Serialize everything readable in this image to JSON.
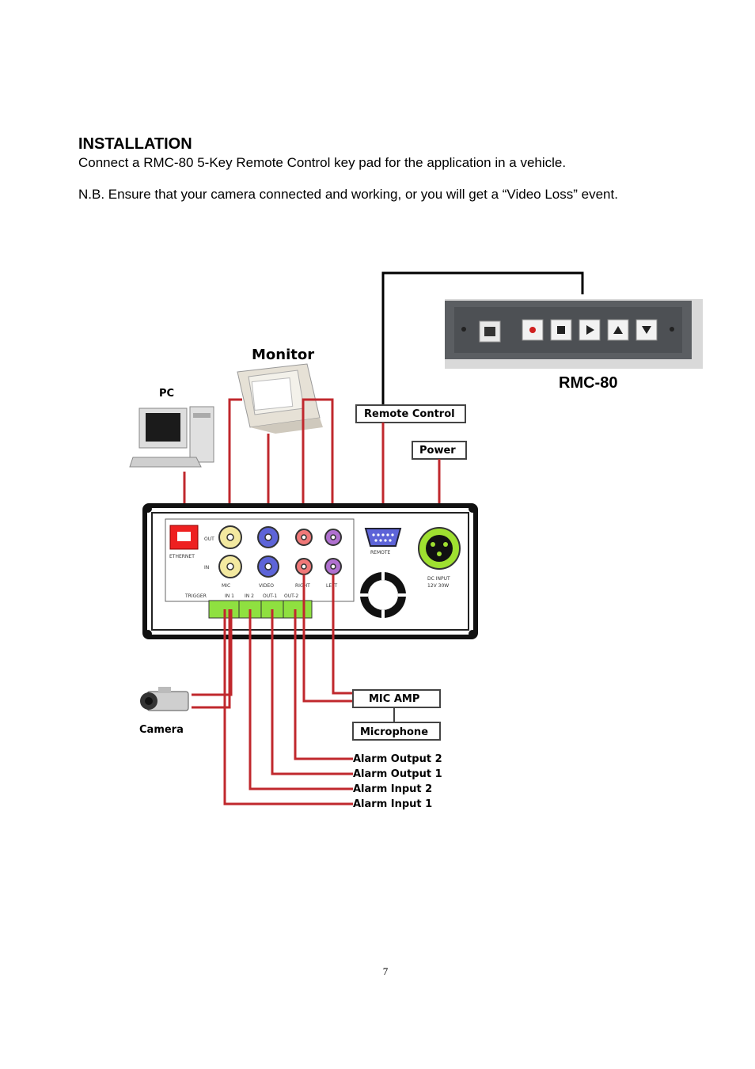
{
  "document": {
    "heading": "INSTALLATION",
    "paragraph_1": "Connect a RMC-80 5-Key Remote Control key pad for the application in a vehicle.",
    "paragraph_2": "N.B. Ensure that your camera connected and working, or you will get a “Video Loss” event.",
    "page_number": "7"
  },
  "diagram": {
    "keypad_label": "RMC-80",
    "monitor_label": "Monitor",
    "pc_label": "PC",
    "camera_label": "Camera",
    "remote_control_label": "Remote Control",
    "power_label": "Power",
    "mic_amp_label": "MIC AMP",
    "microphone_label": "Microphone",
    "alarm_output_2": "Alarm Output 2",
    "alarm_output_1": "Alarm Output 1",
    "alarm_input_2": "Alarm Input 2",
    "alarm_input_1": "Alarm Input 1",
    "panel": {
      "ethernet": "ETHERNET",
      "out": "OUT",
      "in": "IN",
      "mic": "MIC",
      "video": "VIDEO",
      "right": "RIGHT",
      "left": "LEFT",
      "remote": "REMOTE",
      "dc_input": "DC INPUT",
      "dc_volts": "12V 30W",
      "trigger": "TRIGGER",
      "in1": "IN 1",
      "in2": "IN 2",
      "out1": "OUT-1",
      "out2": "OUT-2"
    },
    "colors": {
      "wire": "#c0282d",
      "wire_black": "#000000",
      "keypad_body": "#55585c",
      "terminal_green": "#8fe040",
      "ethernet_red": "#ee2020",
      "jack_yellow": "#f3e9a0",
      "jack_blue": "#5d64d8",
      "jack_red": "#f07878",
      "jack_purple": "#b070d0",
      "power_green": "#9fe030"
    }
  }
}
